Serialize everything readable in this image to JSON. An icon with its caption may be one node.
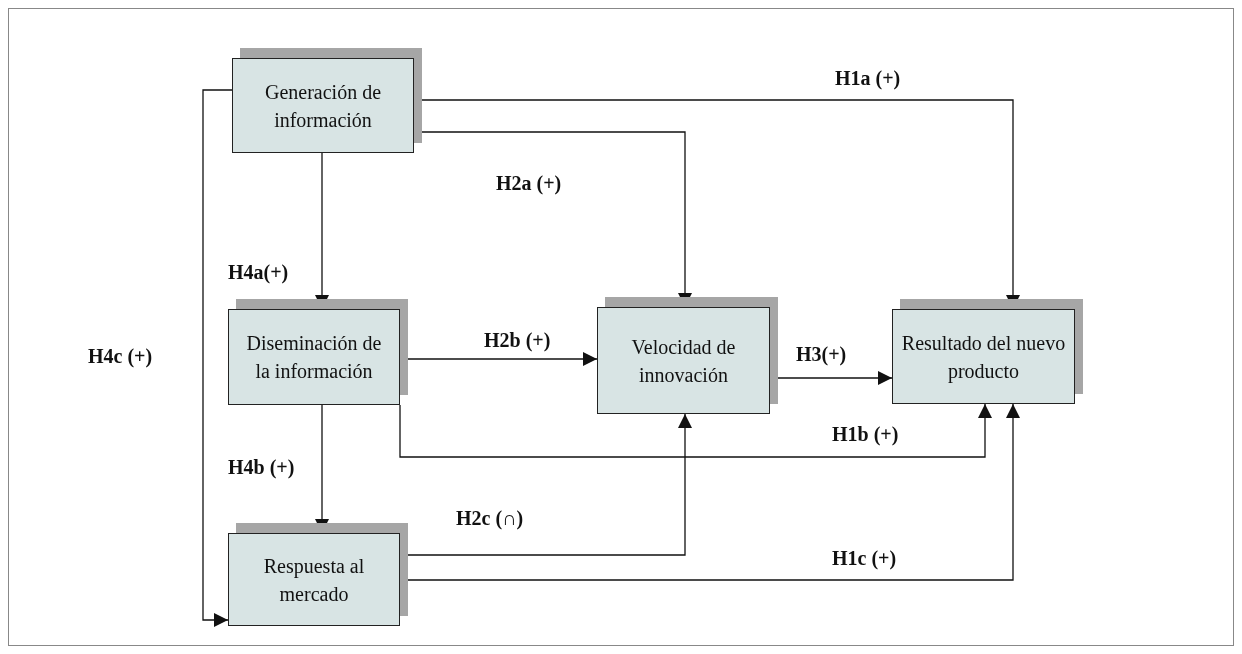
{
  "diagram": {
    "nodes": [
      {
        "text": [
          "Generación de información"
        ]
      },
      {
        "text": [
          "Diseminación de la información"
        ]
      },
      {
        "text": [
          "Velocidad de innovación"
        ]
      },
      {
        "text": [
          "Resultado del nuevo producto"
        ]
      },
      {
        "text": [
          "Respuesta al mercado"
        ]
      }
    ],
    "edges": [
      {
        "from": 0,
        "to": 3,
        "arrow": "to",
        "label": "H1a (+)"
      },
      {
        "from": 0,
        "to": 2,
        "arrow": "to",
        "label": "H2a (+)"
      },
      {
        "from": 0,
        "to": 1,
        "arrow": "to",
        "label": "H4a(+)"
      },
      {
        "from": 0,
        "to": 4,
        "arrow": "to",
        "label": "H4c (+)"
      },
      {
        "from": 1,
        "to": 2,
        "arrow": "to",
        "label": "H2b (+)"
      },
      {
        "from": 2,
        "to": 3,
        "arrow": "to",
        "label": "H3(+)"
      },
      {
        "from": 1,
        "to": 3,
        "arrow": "to",
        "label": "H1b (+)"
      },
      {
        "from": 1,
        "to": 4,
        "arrow": "to",
        "label": "H4b (+)"
      },
      {
        "from": 4,
        "to": 2,
        "arrow": "to",
        "label": "H2c (∩)"
      },
      {
        "from": 4,
        "to": 3,
        "arrow": "to",
        "label": "H1c (+)"
      }
    ]
  }
}
